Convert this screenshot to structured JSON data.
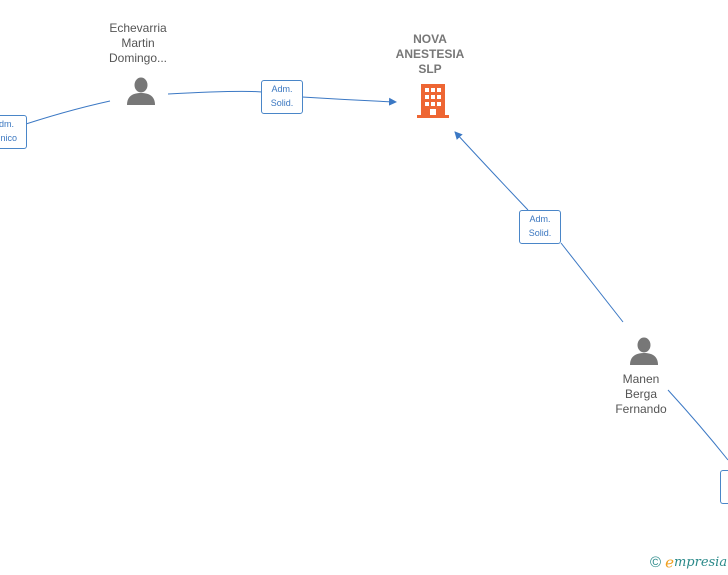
{
  "diagram": {
    "company": {
      "name_lines": [
        "NOVA",
        "ANESTESIA",
        "SLP"
      ],
      "icon": "building-icon",
      "color": "#ee6633"
    },
    "persons": [
      {
        "id": "echevarria",
        "name_lines": [
          "Echevarria",
          "Martin",
          "Domingo..."
        ],
        "icon": "person-icon"
      },
      {
        "id": "manen",
        "name_lines": [
          "Manen",
          "Berga",
          "Fernando"
        ],
        "icon": "person-icon"
      }
    ],
    "edge_labels": [
      {
        "id": "partial-left",
        "lines": [
          "Adm.",
          "nico"
        ]
      },
      {
        "id": "echevarria-company",
        "lines": [
          "Adm.",
          "Solid."
        ]
      },
      {
        "id": "manen-company",
        "lines": [
          "Adm.",
          "Solid."
        ]
      },
      {
        "id": "partial-right",
        "lines": [
          ""
        ]
      }
    ],
    "edge_color": "#3b78c4",
    "person_color": "#777777"
  },
  "watermark": {
    "copyright": "©",
    "brand_first": "e",
    "brand_rest": "mpresia"
  }
}
